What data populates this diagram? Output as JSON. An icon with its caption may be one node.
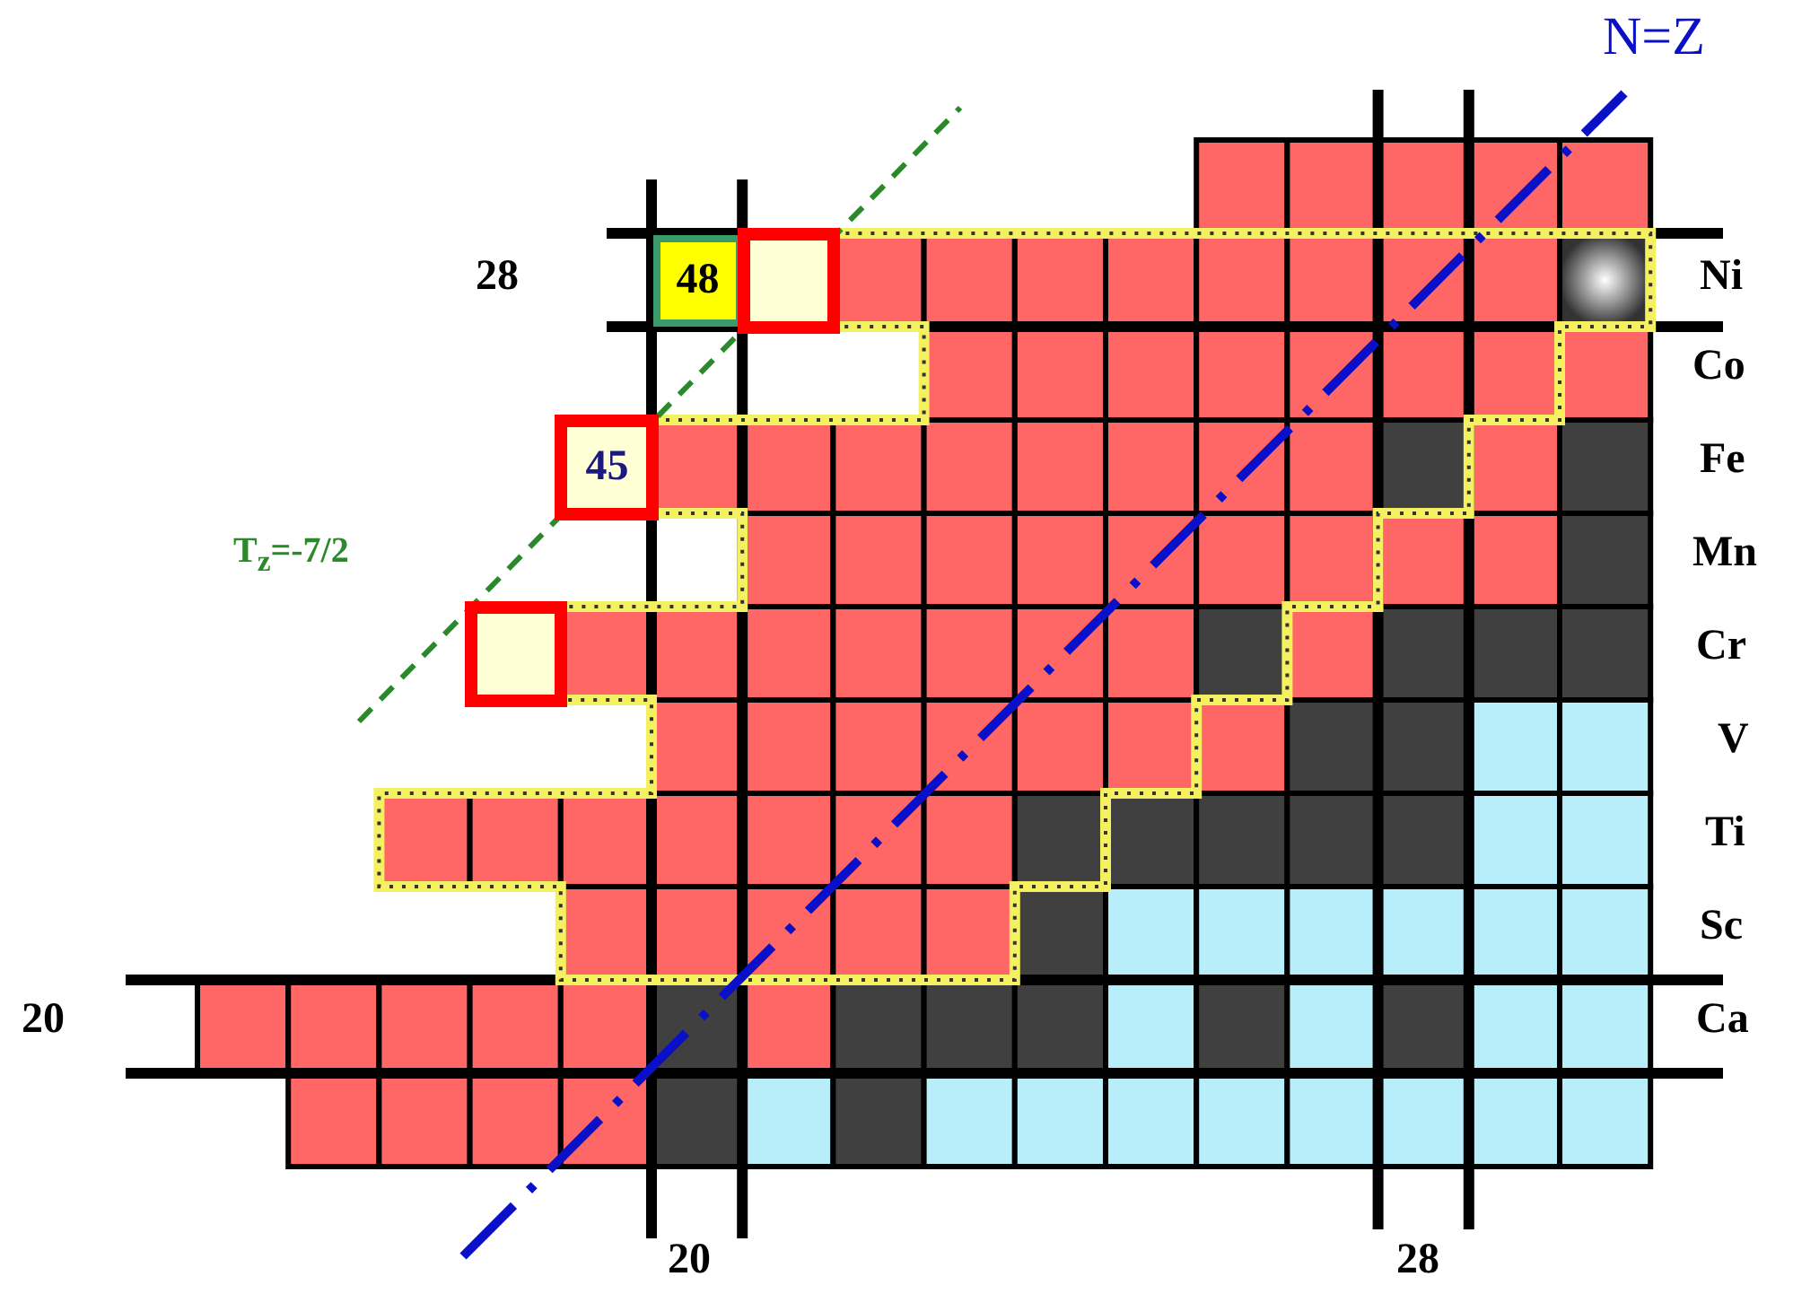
{
  "diagram": {
    "nodes": [
      {
        "text": [
          "48"
        ]
      },
      {
        "text": [],
        "shape": "box"
      },
      {
        "text": [
          "45"
        ]
      },
      {
        "text": [],
        "shape": "box"
      }
    ],
    "labels": [
      "N=Z",
      "28",
      "Ni",
      "Co",
      "Fe",
      "T$_{z}$=-7/2",
      "Mn",
      "Cr",
      "V",
      "Ti",
      "Sc",
      "20",
      "Ca",
      "20",
      "28"
    ]
  }
}
